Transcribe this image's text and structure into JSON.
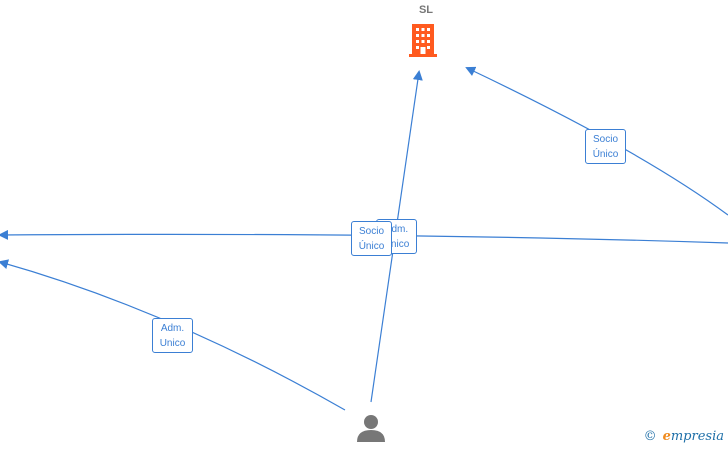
{
  "company": {
    "label": "SL",
    "icon": "building-icon",
    "color": "#ff5a1f"
  },
  "person": {
    "icon": "person-icon",
    "color": "#777777"
  },
  "edge_color": "#3b7fd4",
  "relations": {
    "top_right": {
      "line1": "Socio",
      "line2": "Único"
    },
    "center_back": {
      "line1": "Adm.",
      "line2": "Unico"
    },
    "center_front": {
      "line1": "Socio",
      "line2": "Único"
    },
    "left": {
      "line1": "Adm.",
      "line2": "Unico"
    }
  },
  "watermark": {
    "copyright": "©",
    "brand_first": "e",
    "brand_rest": "mpresia"
  }
}
